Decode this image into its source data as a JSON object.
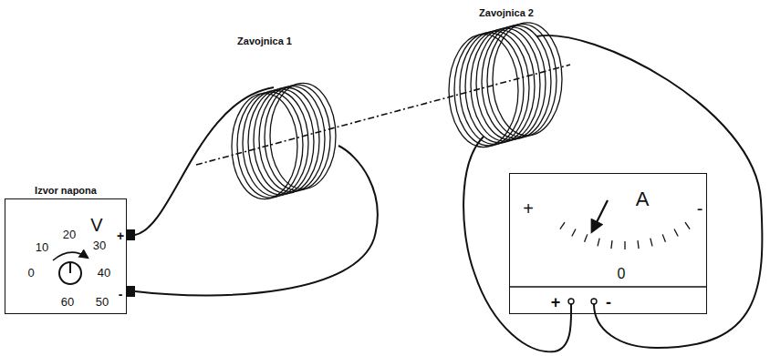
{
  "diagram": {
    "nodes": [
      {
        "text": [
          "Izvor napona",
          "V",
          "20",
          "10",
          "30",
          "0",
          "40",
          "60",
          "50",
          "+",
          "-"
        ]
      },
      {
        "text": [
          "+",
          "A",
          "-",
          "0",
          "+",
          "-"
        ]
      }
    ],
    "labels": [
      "Zavojnica 1",
      "Zavojnica 2"
    ]
  }
}
